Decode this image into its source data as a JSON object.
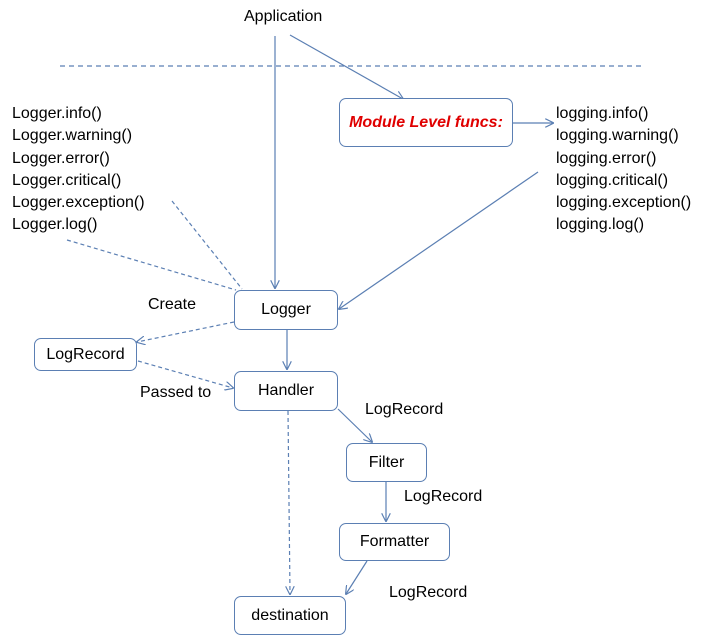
{
  "colors": {
    "line": "#5b7fb3",
    "module_text": "#e00000"
  },
  "application_label": "Application",
  "module_level_funcs": "Module Level funcs:",
  "logger_methods": [
    "Logger.info()",
    "Logger.warning()",
    "Logger.error()",
    "Logger.critical()",
    "Logger.exception()",
    "Logger.log()"
  ],
  "logging_functions": [
    "logging.info()",
    "logging.warning()",
    "logging.error()",
    "logging.critical()",
    "logging.exception()",
    "logging.log()"
  ],
  "nodes": {
    "logger": "Logger",
    "logrecord": "LogRecord",
    "handler": "Handler",
    "filter": "Filter",
    "formatter": "Formatter",
    "destination": "destination"
  },
  "edge_labels": {
    "create": "Create",
    "passed_to": "Passed to",
    "handler_to_filter": "LogRecord",
    "filter_to_formatter": "LogRecord",
    "formatter_to_destination": "LogRecord"
  }
}
